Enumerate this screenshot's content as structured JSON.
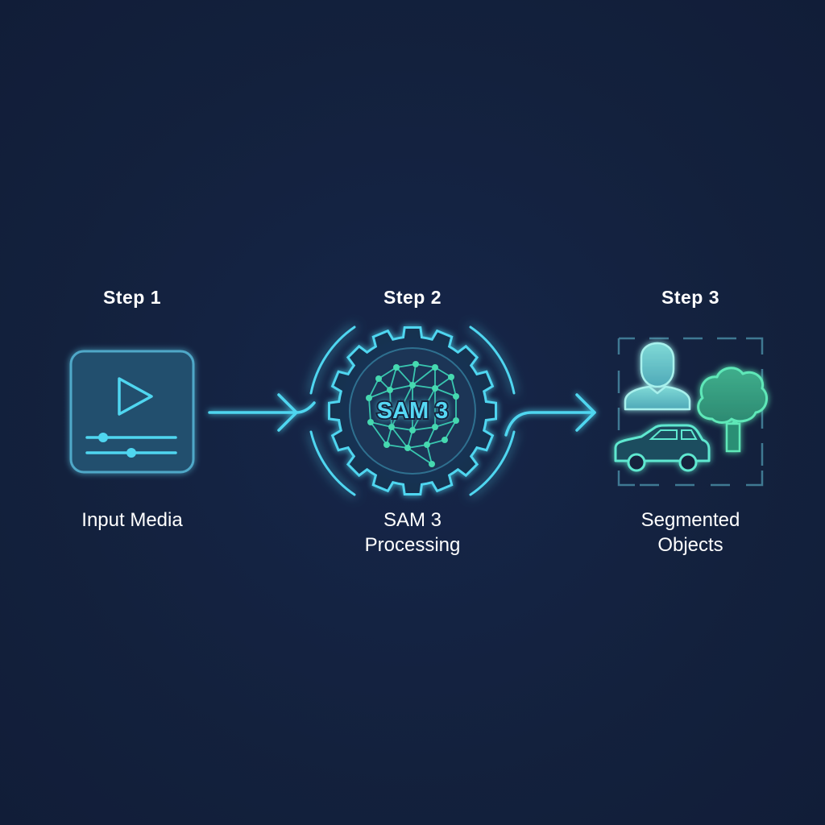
{
  "steps": [
    {
      "label": "Step 1",
      "caption": [
        "Input Media"
      ]
    },
    {
      "label": "Step 2",
      "caption": [
        "SAM 3",
        "Processing"
      ]
    },
    {
      "label": "Step 3",
      "caption": [
        "Segmented",
        "Objects"
      ]
    }
  ],
  "processor_badge": "SAM 3",
  "icons": {
    "step1": "video-player-icon",
    "step2": "gear-neural-network-icon",
    "step3": [
      "person-icon",
      "tree-icon",
      "car-icon"
    ]
  },
  "colors": {
    "background": "#13213d",
    "accent_cyan": "#4fd6f0",
    "accent_green": "#46d9a8",
    "text": "#ffffff"
  }
}
